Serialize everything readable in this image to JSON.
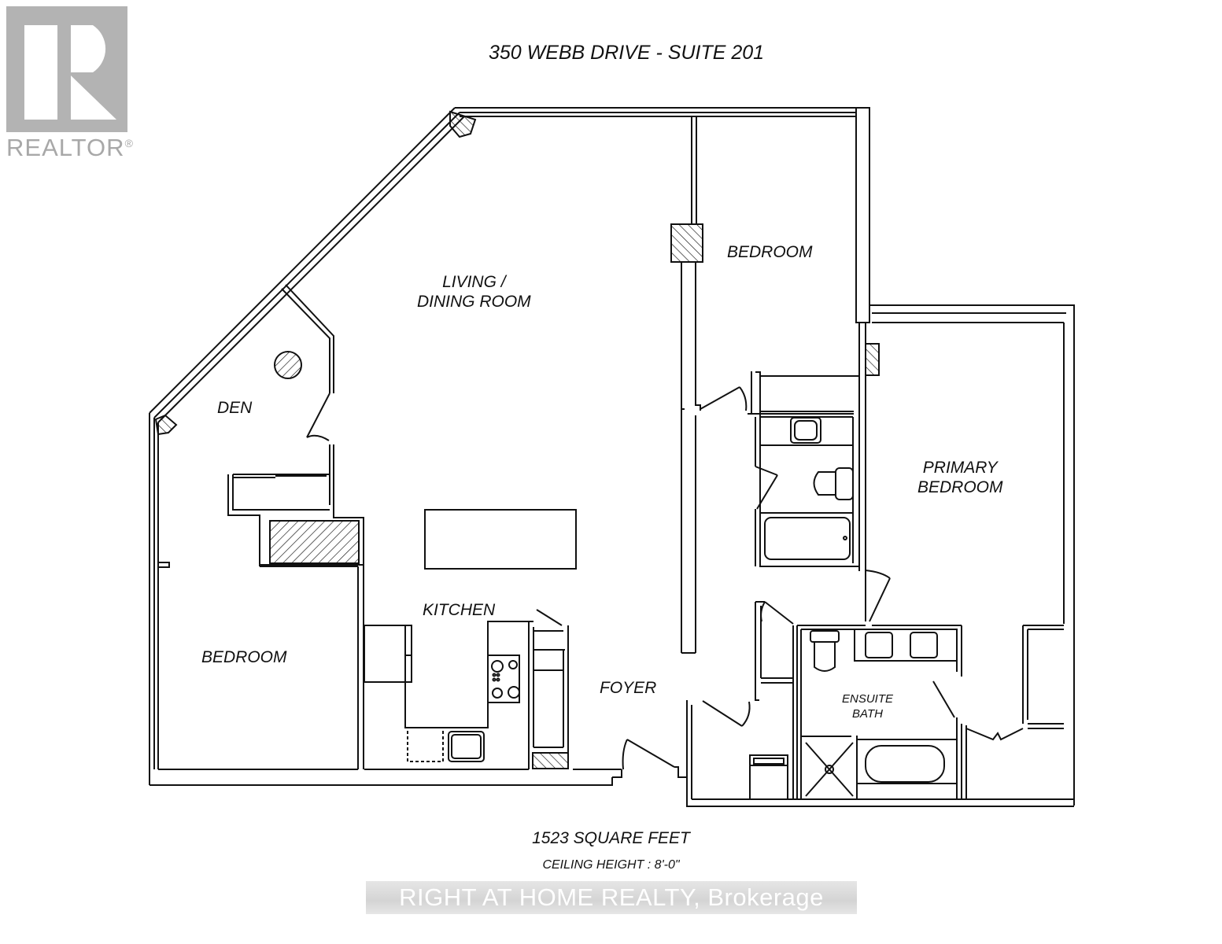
{
  "logo": {
    "text": "REALTOR",
    "mark": "®",
    "color": "#b3b3b3"
  },
  "title": "350 WEBB DRIVE - SUITE 201",
  "rooms": {
    "living": {
      "line1": "LIVING /",
      "line2": "DINING ROOM"
    },
    "den": "DEN",
    "bedroom_north": "BEDROOM",
    "bedroom_west": "BEDROOM",
    "primary": {
      "line1": "PRIMARY",
      "line2": "BEDROOM"
    },
    "kitchen": "KITCHEN",
    "foyer": "FOYER",
    "ensuite": {
      "line1": "ENSUITE",
      "line2": "BATH"
    }
  },
  "footer": {
    "area": "1523 SQUARE FEET",
    "ceiling": "CEILING HEIGHT : 8'-0\"",
    "brokerage": "RIGHT AT HOME REALTY, Brokerage"
  },
  "colors": {
    "line": "#111111",
    "logo_gray": "#b3b3b3",
    "background": "#ffffff"
  }
}
